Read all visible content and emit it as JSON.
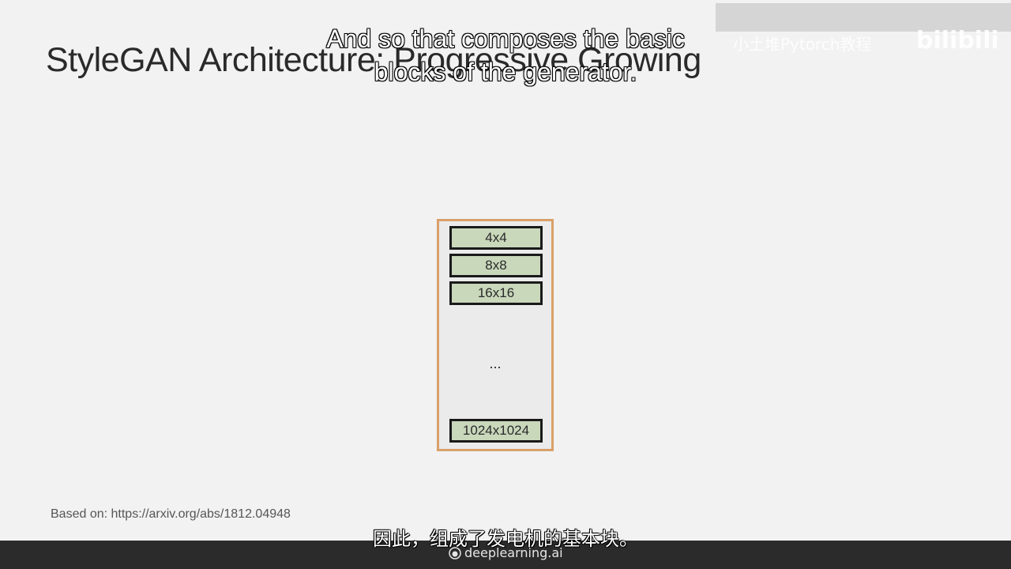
{
  "slide": {
    "title": "StyleGAN Architecture: Progressive Growing",
    "citation": "Based on: https://arxiv.org/abs/1812.04948"
  },
  "diagram": {
    "blocks": [
      "4x4",
      "8x8",
      "16x16",
      "1024x1024"
    ],
    "ellipsis": "...",
    "colors": {
      "frame_border": "#d9a06a",
      "block_fill": "#c9d7bb",
      "block_border": "#1a1a1a"
    }
  },
  "subtitles": {
    "english": "And so that composes the basic blocks of the generator.",
    "chinese": "因此，组成了发电机的基本块。"
  },
  "watermark": {
    "text": "小土堆Pytorch教程",
    "logo": "bilibili"
  },
  "footer": {
    "brand": "deeplearning.ai",
    "brand_icon": "deeplearning-logo-icon"
  }
}
